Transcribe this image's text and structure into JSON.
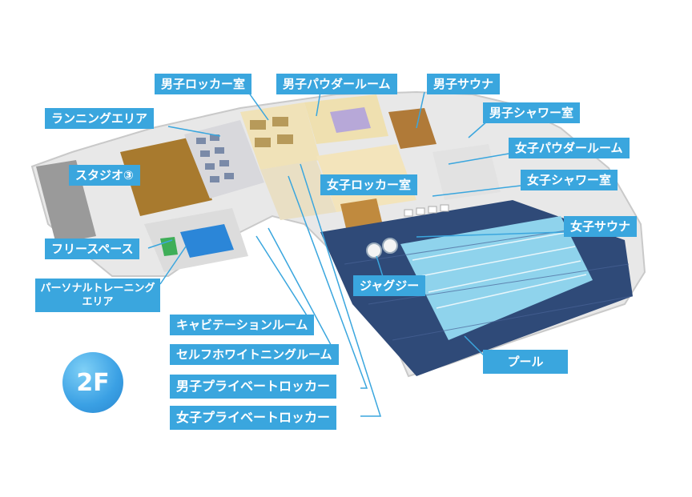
{
  "floor": "2F",
  "labels": {
    "mens_locker": "男子ロッカー室",
    "mens_powder": "男子パウダールーム",
    "mens_sauna": "男子サウナ",
    "running_area": "ランニングエリア",
    "mens_shower": "男子シャワー室",
    "womens_powder": "女子パウダールーム",
    "studio": "スタジオ③",
    "womens_shower": "女子シャワー室",
    "womens_locker": "女子ロッカー室",
    "womens_sauna": "女子サウナ",
    "free_space": "フリースペース",
    "personal_training": "パーソナルトレーニングエリア",
    "jacuzzi": "ジャグジー",
    "cavitation_room": "キャビテーションルーム",
    "self_whitening_room": "セルフホワイトニングルーム",
    "pool": "プール",
    "mens_private_locker": "男子プライベートロッカー",
    "womens_private_locker": "女子プライベートロッカー"
  },
  "colors": {
    "label_bg": "#3aa6de",
    "pool_water": "#8fd3ec",
    "pool_deck": "#2f4a78",
    "floor_wood": "#b98a3e",
    "studio_floor": "#a87a2e"
  }
}
